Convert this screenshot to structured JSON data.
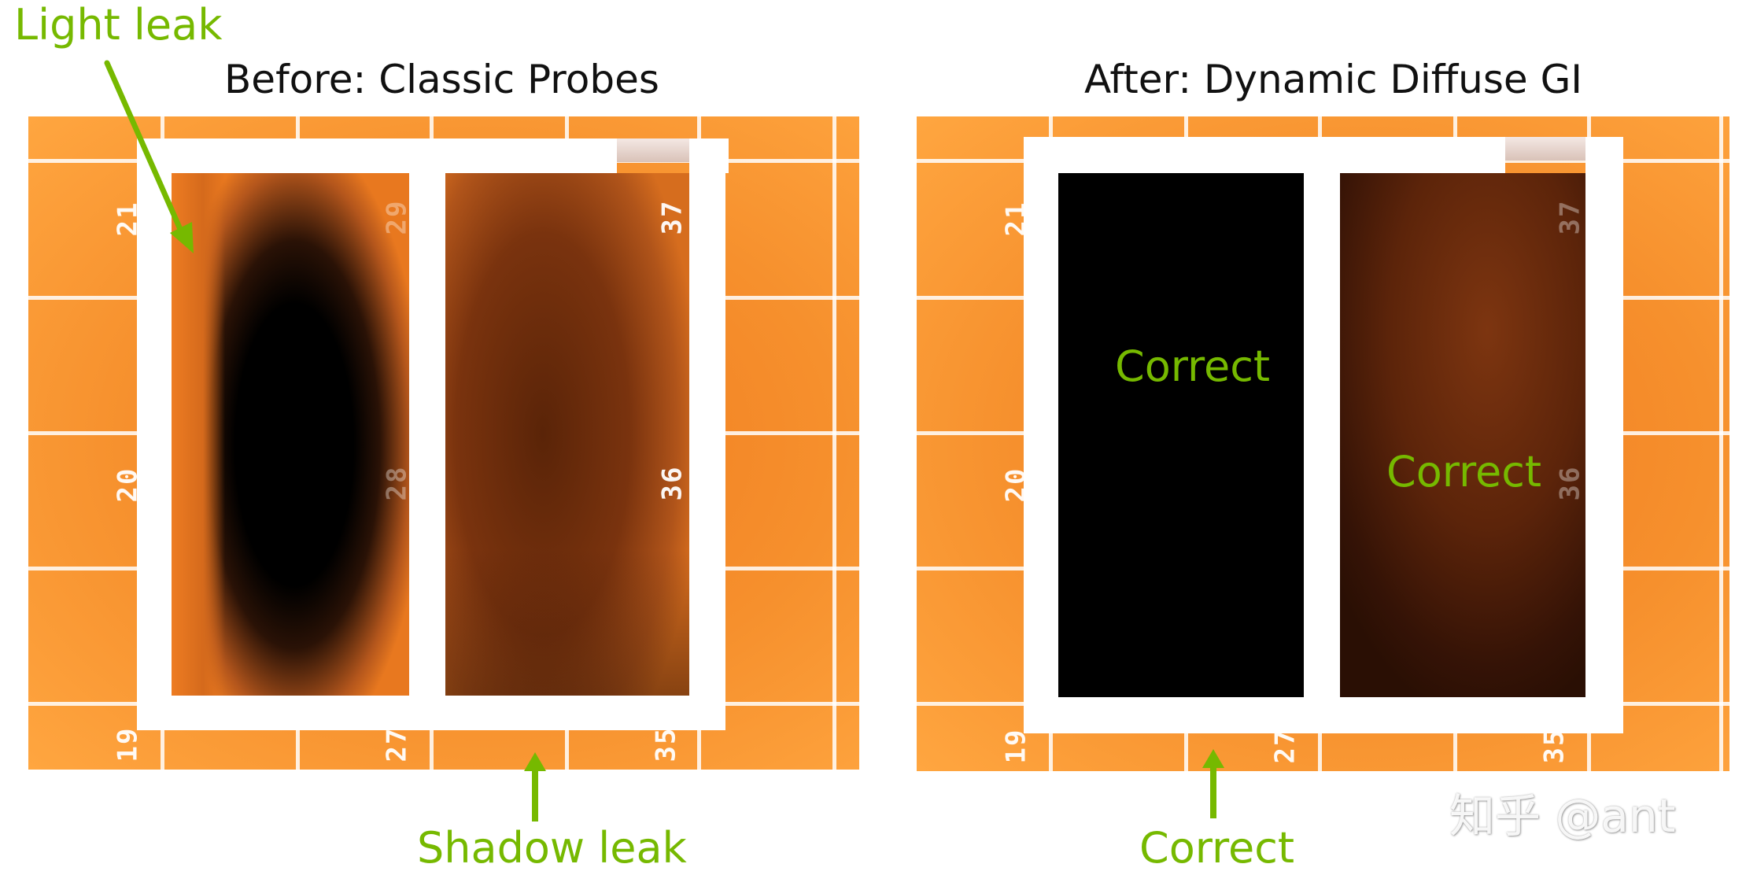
{
  "annotations": {
    "light_leak": "Light leak",
    "shadow_leak": "Shadow leak",
    "correct_left_room": "Correct",
    "correct_right_room": "Correct",
    "correct_bottom": "Correct"
  },
  "panels": {
    "before": {
      "title": "Before: Classic Probes",
      "ticks": {
        "t21": "21",
        "t29": "29",
        "t37": "37",
        "t20": "20",
        "t28": "28",
        "t36": "36",
        "t19": "19",
        "t27": "27",
        "t35": "35"
      }
    },
    "after": {
      "title": "After: Dynamic Diffuse GI",
      "ticks": {
        "t21": "21",
        "t37": "37",
        "t20": "20",
        "t36": "36",
        "t19": "19",
        "t27": "27",
        "t35": "35"
      }
    }
  },
  "watermark": "知乎 @ant",
  "colors": {
    "accent_green": "#76b900",
    "floor_orange": "#f6902d",
    "wall_white": "#ffffff"
  }
}
